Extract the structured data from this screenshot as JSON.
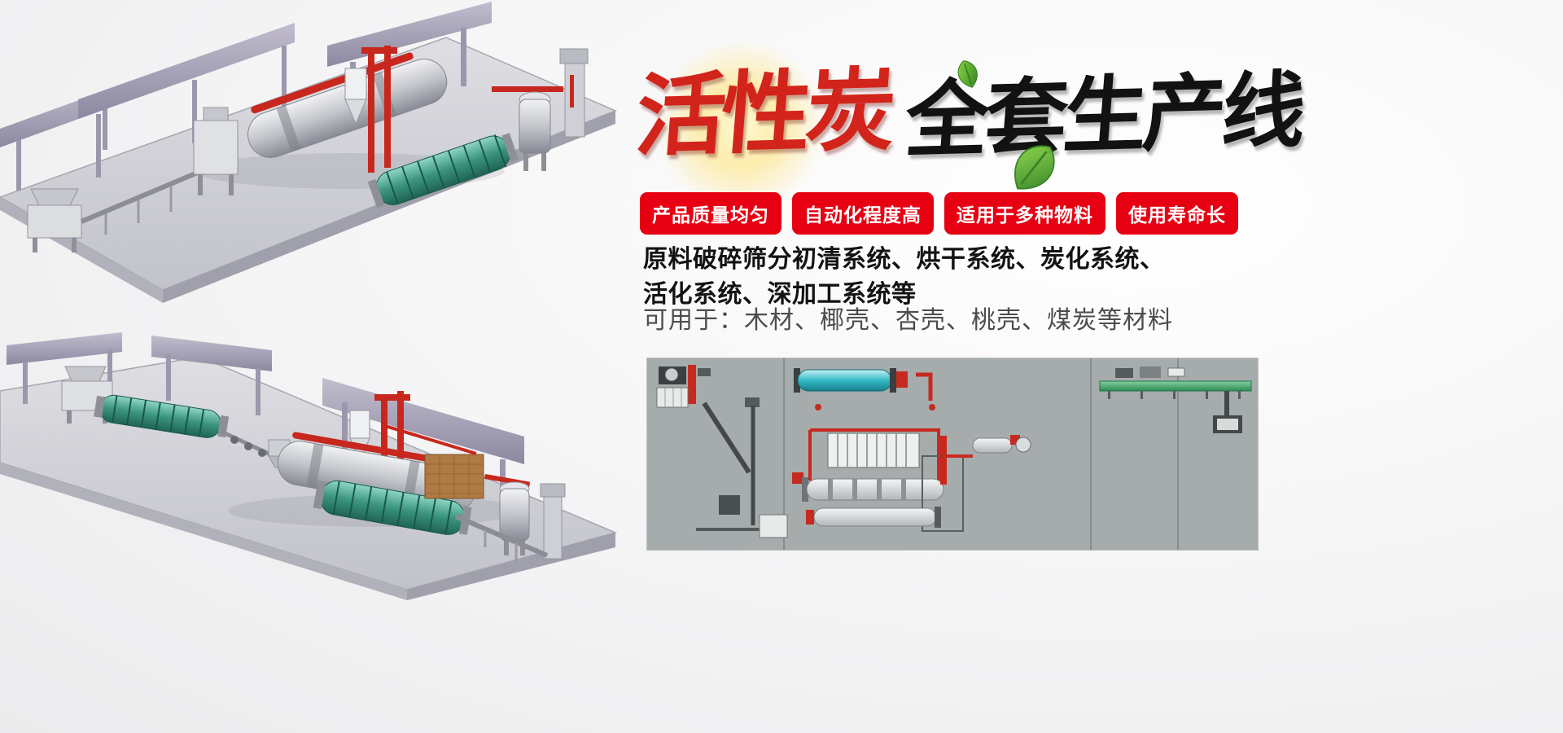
{
  "title": {
    "red": "活性炭",
    "black": "全套生产线"
  },
  "badges": [
    "产品质量均匀",
    "自动化程度高",
    "适用于多种物料",
    "使用寿命长"
  ],
  "description": {
    "line1": "原料破碎筛分初清系统、烘干系统、炭化系统、",
    "line2": "活化系统、深加工系统等"
  },
  "usage": "可用于：木材、椰壳、杏壳、桃壳、煤炭等材料",
  "colors": {
    "badge_red": "#e60012",
    "title_red": "#d2241a",
    "title_black": "#121212",
    "leaf_green": "#4fae27",
    "machine_red": "#c8271d",
    "drum_green": "#3a9480",
    "diagram_bg": "#a6abac"
  }
}
